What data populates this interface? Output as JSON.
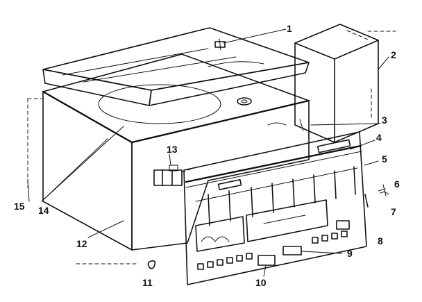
{
  "diagram": {
    "type": "exploded-parts-view",
    "callouts": [
      {
        "id": "c1",
        "label": "1"
      },
      {
        "id": "c2",
        "label": "2"
      },
      {
        "id": "c3",
        "label": "3"
      },
      {
        "id": "c4",
        "label": "4"
      },
      {
        "id": "c5",
        "label": "5"
      },
      {
        "id": "c6",
        "label": "6"
      },
      {
        "id": "c7",
        "label": "7"
      },
      {
        "id": "c8",
        "label": "8"
      },
      {
        "id": "c9",
        "label": "9"
      },
      {
        "id": "c10",
        "label": "10"
      },
      {
        "id": "c11",
        "label": "11"
      },
      {
        "id": "c12",
        "label": "12"
      },
      {
        "id": "c13",
        "label": "13"
      },
      {
        "id": "c14",
        "label": "14"
      },
      {
        "id": "c15",
        "label": "15"
      }
    ]
  }
}
